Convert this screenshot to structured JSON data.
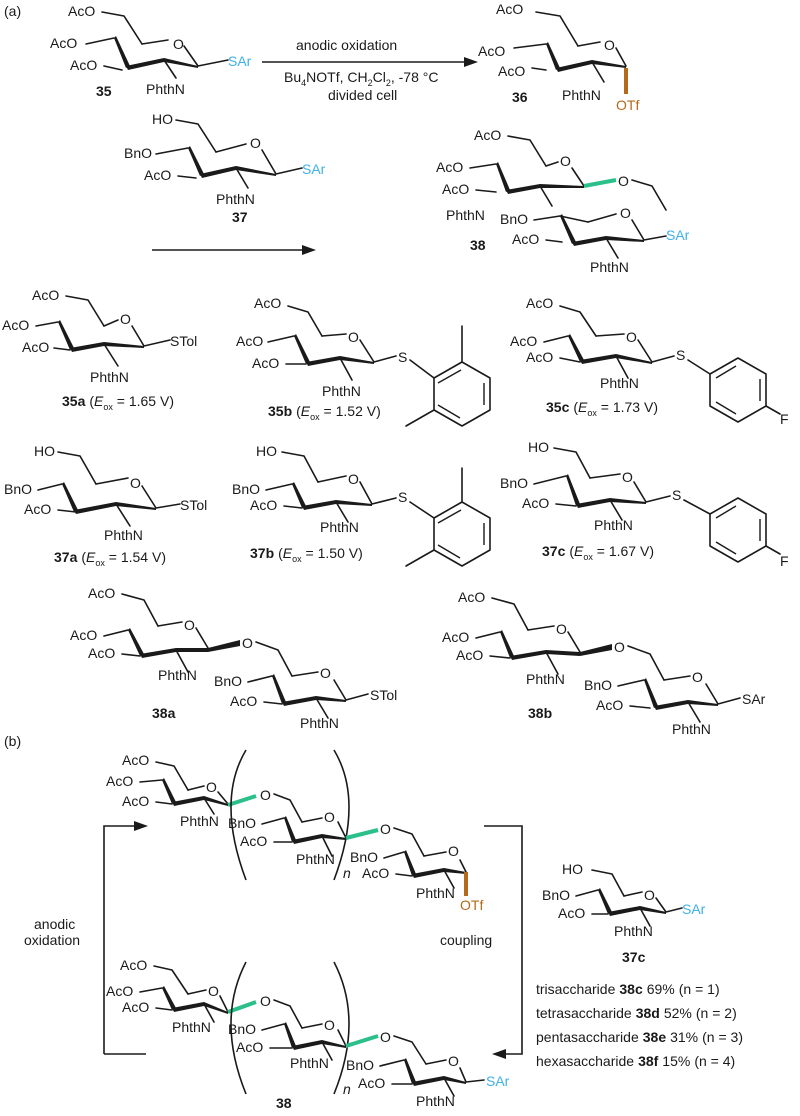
{
  "panels": {
    "a": {
      "label": "(a)",
      "reaction1": {
        "reactant": {
          "id": "35",
          "substituents": [
            "AcO",
            "AcO",
            "AcO",
            "PhthN"
          ],
          "aglycone": "SAr"
        },
        "conditions_top": "anodic oxidation",
        "conditions_bottom_parts": [
          "Bu",
          "4",
          "NOTf, CH",
          "2",
          "Cl",
          "2",
          ", -78 °C"
        ],
        "conditions_line2": "divided cell",
        "product": {
          "id": "36",
          "substituents": [
            "AcO",
            "AcO",
            "AcO",
            "PhthN"
          ],
          "leaving_group": "OTf"
        }
      },
      "reaction2": {
        "acceptor": {
          "id": "37",
          "substituents": [
            "HO",
            "BnO",
            "AcO",
            "PhthN"
          ],
          "aglycone": "SAr"
        },
        "product": {
          "id": "38",
          "substituents": [
            "AcO",
            "AcO",
            "AcO",
            "PhthN",
            "O",
            "BnO",
            "AcO",
            "PhthN"
          ],
          "aglycone": "SAr"
        }
      },
      "compounds": [
        {
          "id": "35a",
          "prefix": "(",
          "E": "E",
          "sub": "ox",
          "value": " = 1.65 V)",
          "aglycone": "STol"
        },
        {
          "id": "35b",
          "prefix": "(",
          "E": "E",
          "sub": "ox",
          "value": " = 1.52 V)",
          "aglycone": "S-2,6-dimethylphenyl"
        },
        {
          "id": "35c",
          "prefix": "(",
          "E": "E",
          "sub": "ox",
          "value": " = 1.73 V)",
          "aglycone": "S-4-fluorophenyl"
        },
        {
          "id": "37a",
          "prefix": "(",
          "E": "E",
          "sub": "ox",
          "value": " = 1.54 V)",
          "aglycone": "STol"
        },
        {
          "id": "37b",
          "prefix": "(",
          "E": "E",
          "sub": "ox",
          "value": " = 1.50 V)",
          "aglycone": "S-2,6-dimethylphenyl"
        },
        {
          "id": "37c",
          "prefix": "(",
          "E": "E",
          "sub": "ox",
          "value": " = 1.67 V)",
          "aglycone": "S-4-fluorophenyl"
        }
      ],
      "disaccharides": [
        {
          "id": "38a",
          "aglycone": "STol"
        },
        {
          "id": "38b",
          "aglycone": "SAr"
        }
      ],
      "labels": {
        "AcO": "AcO",
        "BnO": "BnO",
        "HO": "HO",
        "O": "O",
        "PhthN": "PhthN",
        "SAr": "SAr",
        "STol": "STol",
        "S": "S",
        "F": "F",
        "OTf": "OTf"
      }
    },
    "b": {
      "label": "(b)",
      "left_step": [
        "anodic",
        "oxidation"
      ],
      "right_step": "coupling",
      "repeat_subscript": "n",
      "product_id": "38",
      "acceptor_id": "37c",
      "results": [
        {
          "name": "trisaccharide",
          "id": "38c",
          "yield": "69%",
          "n": "(n = 1)"
        },
        {
          "name": "tetrasaccharide",
          "id": "38d",
          "yield": "52%",
          "n": "(n = 2)"
        },
        {
          "name": "pentasaccharide",
          "id": "38e",
          "yield": "31%",
          "n": "(n = 3)"
        },
        {
          "name": "hexasaccharide",
          "id": "38f",
          "yield": "15%",
          "n": "(n = 4)"
        }
      ]
    }
  },
  "colors": {
    "sar": "#3fb0e8",
    "otf": "#b36a1a",
    "glycosidic_bond": "#2bbf8a",
    "ink": "#1a1a1a"
  }
}
